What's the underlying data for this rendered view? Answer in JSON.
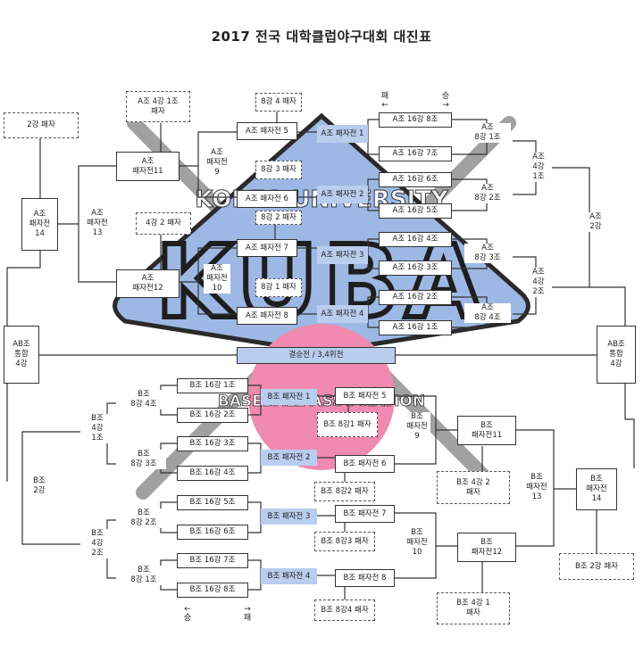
{
  "title": "2017 전국 대학클럽야구대회 대진표",
  "watermark": {
    "top_text": "KOREA UNIVERSITY",
    "logo_text": "KUBA",
    "bottom_text": "BASEBALL ASSOCIATION",
    "colors": {
      "shield": "#9db8e4",
      "outline": "#2a2a2a",
      "ball": "#f08ab0",
      "bat": "#555555"
    }
  },
  "boxes": {
    "a_16_8": "A조 16강 8조",
    "a_16_7": "A조 16강 7조",
    "a_16_6": "A조 16강 6조",
    "a_16_5": "A조 16강 5조",
    "a_16_4": "A조 16강 4조",
    "a_16_3": "A조 16강 3조",
    "a_16_2": "A조 16강 2조",
    "a_16_1": "A조 16강 1조",
    "a_rep_1": "A조 패자전 1",
    "a_rep_2": "A조 패자전 2",
    "a_rep_3": "A조 패자전 3",
    "a_rep_4": "A조 패자전 4",
    "a_rep_5": "A조 패자전 5",
    "a_rep_6": "A조 패자전 6",
    "a_rep_7": "A조 패자전 7",
    "a_rep_8": "A조 패자전 8",
    "a_8_4_loser": "8강 4 패자",
    "a_8_3_loser": "8강 3 패자",
    "a_8_2_loser": "8강 2 패자",
    "a_8_1_loser": "8강 1 패자",
    "a_4_1_loser": "A조 4강 1조\n패자",
    "a_4_2_loser": "4강 2 패자",
    "a_rep_11": "A조\n패자전11",
    "a_rep_12": "A조\n패자전12",
    "a_rep_14": "A조\n패자전\n14",
    "a_2_loser": "2강 패자",
    "ab_left": "AB조\n통합\n4강",
    "ab_right": "AB조\n통합\n4강",
    "final": "결승전 / 3,4위전",
    "b_16_1": "B조 16강 1조",
    "b_16_2": "B조 16강 2조",
    "b_16_3": "B조 16강 3조",
    "b_16_4": "B조 16강 4조",
    "b_16_5": "B조 16강 5조",
    "b_16_6": "B조 16강 6조",
    "b_16_7": "B조 16강 7조",
    "b_16_8": "B조 16강 8조",
    "b_rep_5": "B조 패자전 5",
    "b_rep_6": "B조 패자전 6",
    "b_rep_7": "B조 패자전 7",
    "b_rep_8": "B조 패자전 8",
    "b_8_1_loser": "B조 8강1 패자",
    "b_8_2_loser": "B조 8강2 패자",
    "b_8_3_loser": "B조 8강3 패자",
    "b_8_4_loser": "B조 8강4 패자",
    "b_rep_11": "B조\n패자전11",
    "b_rep_12": "B조\n패자전12",
    "b_4_2_loser": "B조 4강 2\n패자",
    "b_4_1_loser": "B조 4강 1\n패자",
    "b_rep_14": "B조\n패자전\n14",
    "b_2_loser": "B조 2강 패자"
  },
  "labels": {
    "a_8_1": "A조\n8강 1조",
    "a_8_2": "A조\n8강 2조",
    "a_8_3": "A조\n8강 3조",
    "a_8_4": "A조\n8강 4조",
    "a_4_1": "A조\n4강\n1조",
    "a_4_2": "A조\n4강\n2조",
    "a_2": "A조\n2강",
    "a_rep_9": "A조\n패자전\n9",
    "a_rep_10": "A조\n패자전\n10",
    "a_rep_13": "A조\n패자전\n13",
    "b_8_4": "B조\n8강 4조",
    "b_8_3": "B조\n8강 3조",
    "b_8_2": "B조\n8강 2조",
    "b_8_1": "B조\n8강 1조",
    "b_4_1": "B조\n4강\n1조",
    "b_4_2": "B조\n4강\n2조",
    "b_2": "B조\n2강",
    "b_rep_9": "B조\n패자전\n9",
    "b_rep_10": "B조\n패자전\n10",
    "b_rep_13": "B조\n패자전\n13"
  },
  "arrows": {
    "top_lose": "패\n←",
    "top_win": "승\n→",
    "bottom_win": "←\n승",
    "bottom_lose": "→\n패"
  }
}
